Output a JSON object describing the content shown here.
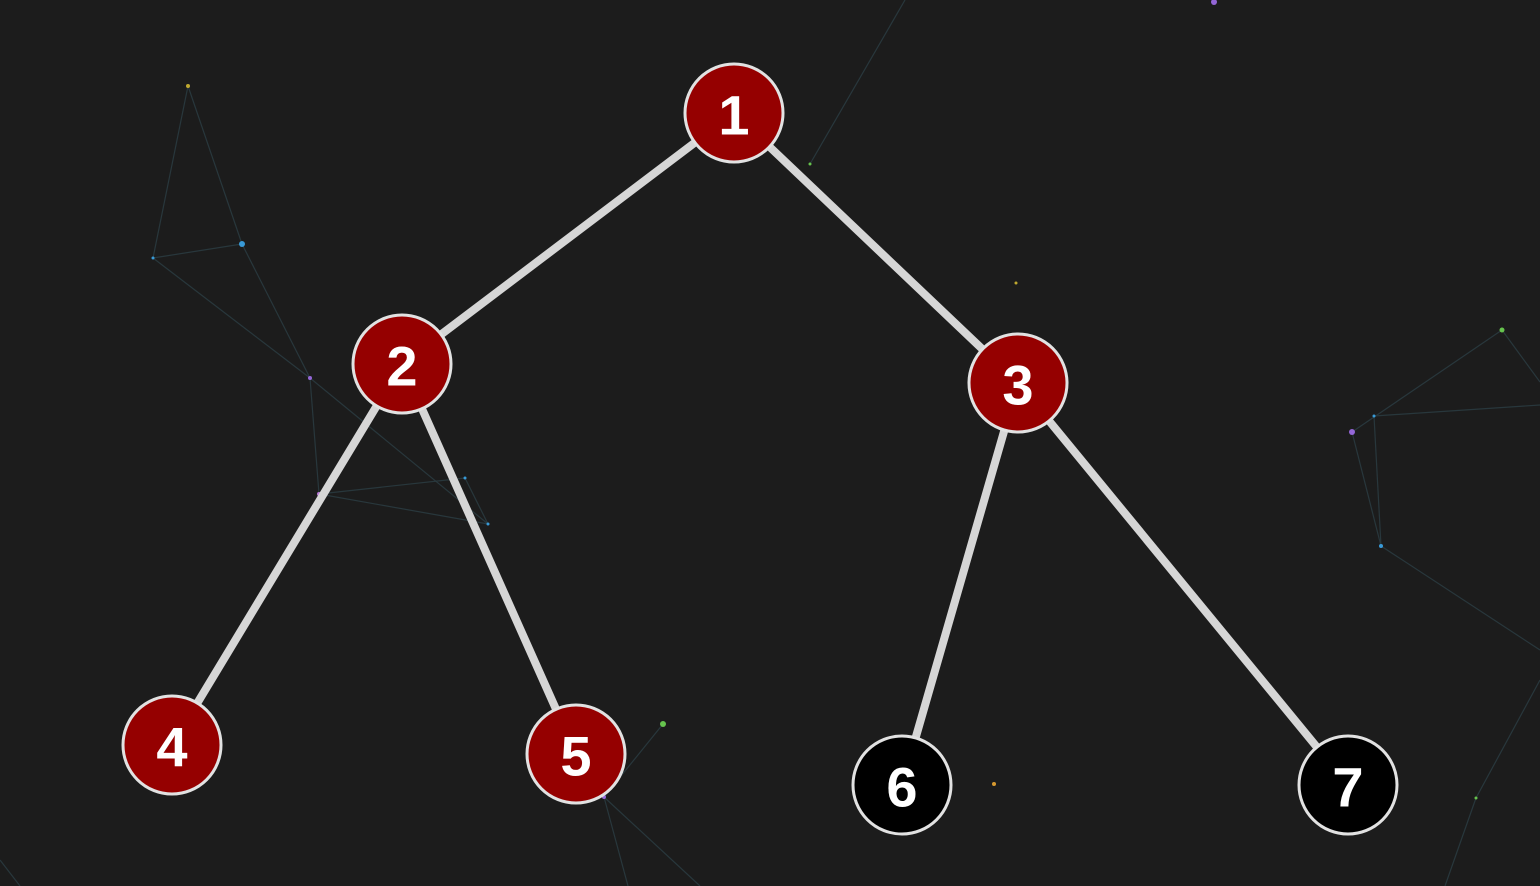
{
  "tree": {
    "colors": {
      "background": "#1c1c1c",
      "edge": "#d6d6d6",
      "node_stroke": "#e2e2e2",
      "red": "#950000",
      "black": "#000000",
      "label": "#ffffff"
    },
    "nodes": [
      {
        "id": "1",
        "label": "1",
        "color": "red"
      },
      {
        "id": "2",
        "label": "2",
        "color": "red"
      },
      {
        "id": "3",
        "label": "3",
        "color": "red"
      },
      {
        "id": "4",
        "label": "4",
        "color": "red"
      },
      {
        "id": "5",
        "label": "5",
        "color": "red"
      },
      {
        "id": "6",
        "label": "6",
        "color": "black"
      },
      {
        "id": "7",
        "label": "7",
        "color": "black"
      }
    ],
    "edges": [
      {
        "from": "1",
        "to": "2"
      },
      {
        "from": "1",
        "to": "3"
      },
      {
        "from": "2",
        "to": "4"
      },
      {
        "from": "2",
        "to": "5"
      },
      {
        "from": "3",
        "to": "6"
      },
      {
        "from": "3",
        "to": "7"
      }
    ]
  }
}
